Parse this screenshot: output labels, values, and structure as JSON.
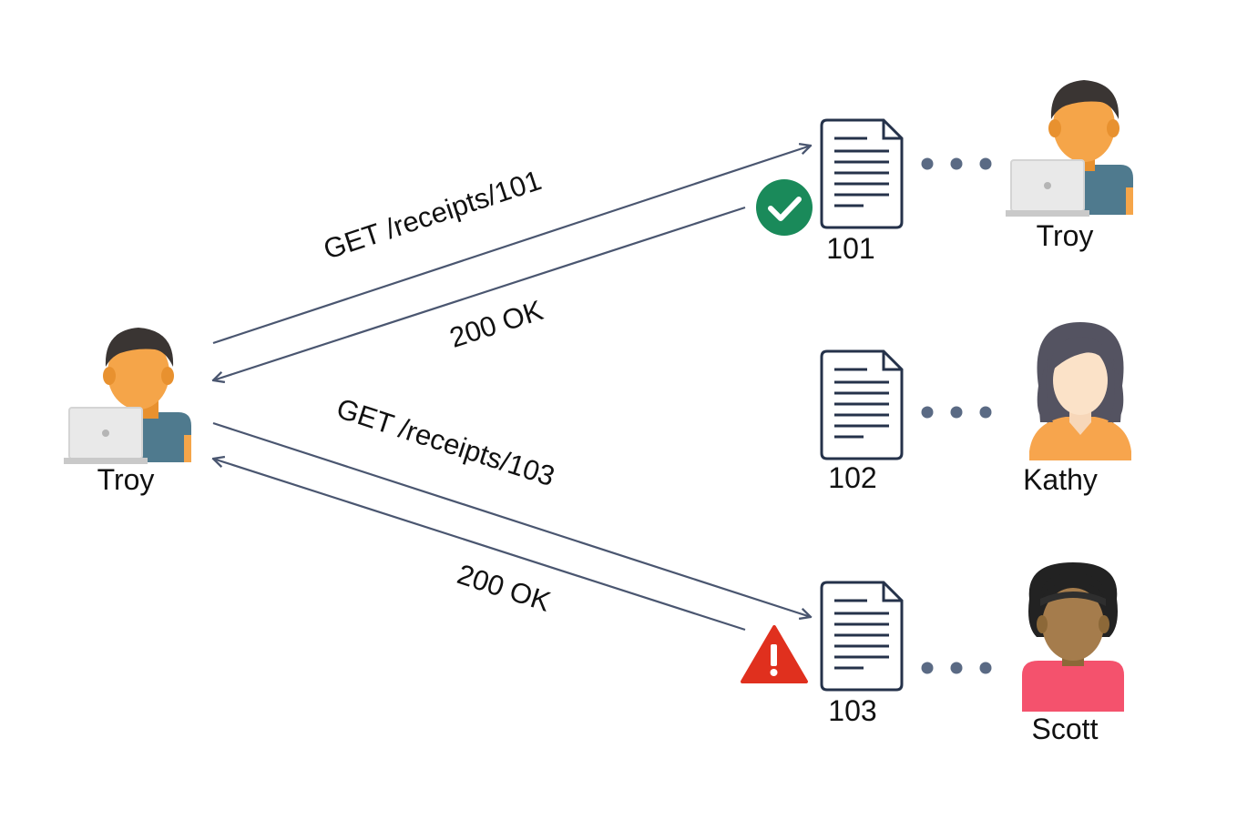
{
  "client": {
    "name": "Troy"
  },
  "requests": [
    {
      "request": "GET /receipts/101",
      "response": "200 OK",
      "status": "allowed",
      "status_icon": "check-circle-icon"
    },
    {
      "request": "GET /receipts/103",
      "response": "200 OK",
      "status": "vulnerable",
      "status_icon": "warning-triangle-icon"
    }
  ],
  "documents": [
    {
      "id": "101",
      "owner": "Troy"
    },
    {
      "id": "102",
      "owner": "Kathy"
    },
    {
      "id": "103",
      "owner": "Scott"
    }
  ],
  "colors": {
    "arrow": "#4a5670",
    "doc_outline": "#25324a",
    "ok_green": "#1a8a5a",
    "warn_red": "#e0301e",
    "dots": "#5a6a84"
  }
}
